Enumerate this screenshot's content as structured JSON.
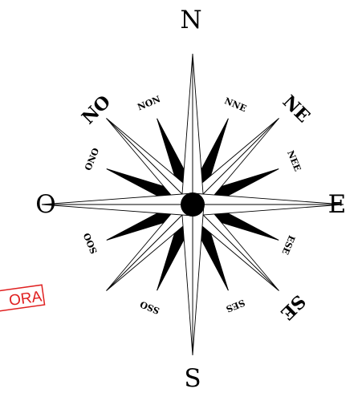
{
  "compass": {
    "cardinals": {
      "n": "N",
      "e": "E",
      "s": "S",
      "o": "O"
    },
    "intercardinals": {
      "ne": "NE",
      "se": "SE",
      "so": "",
      "no": "NO"
    },
    "minor": {
      "non": "NON",
      "nne": "NNE",
      "nee": "NEE",
      "ese": "ESE",
      "ses": "SES",
      "sso": "SSO",
      "soo": "SOO",
      "ono": "ONO"
    }
  },
  "stamp": {
    "text": "ORA"
  },
  "colors": {
    "ink": "#000000",
    "paper": "#ffffff",
    "stamp": "#e02020"
  }
}
